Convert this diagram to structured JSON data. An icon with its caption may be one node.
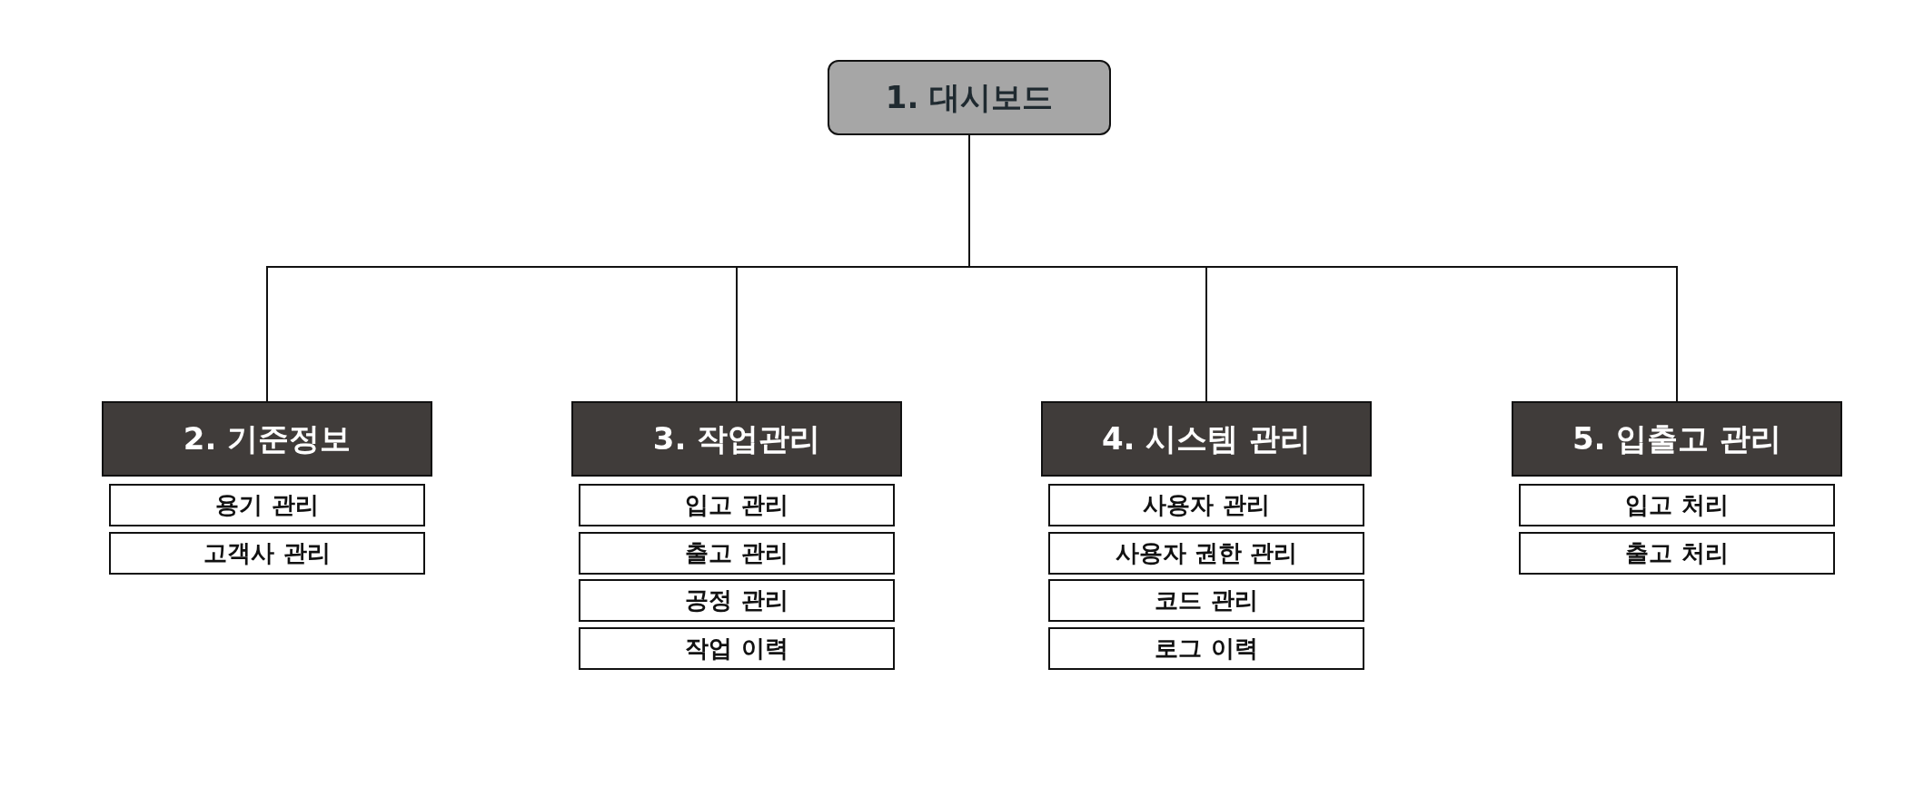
{
  "diagram": {
    "nodes": [
      {
        "text": [
          "1. 대시보드"
        ]
      },
      {
        "text": [
          "2. 기준정보"
        ]
      },
      {
        "text": [
          "용기 관리"
        ]
      },
      {
        "text": [
          "고객사 관리"
        ]
      },
      {
        "text": [
          "3. 작업관리"
        ]
      },
      {
        "text": [
          "입고 관리"
        ]
      },
      {
        "text": [
          "출고 관리"
        ]
      },
      {
        "text": [
          "공정 관리"
        ]
      },
      {
        "text": [
          "작업 이력"
        ]
      },
      {
        "text": [
          "4. 시스템 관리"
        ]
      },
      {
        "text": [
          "사용자 관리"
        ]
      },
      {
        "text": [
          "사용자 권한 관리"
        ]
      },
      {
        "text": [
          "코드 관리"
        ]
      },
      {
        "text": [
          "로그 이력"
        ]
      },
      {
        "text": [
          "5. 입출고 관리"
        ]
      },
      {
        "text": [
          "입고 처리"
        ]
      },
      {
        "text": [
          "출고 처리"
        ]
      }
    ],
    "edges": [
      {
        "from": 0,
        "to": 1,
        "arrow": "none"
      },
      {
        "from": 0,
        "to": 4,
        "arrow": "none"
      },
      {
        "from": 0,
        "to": 9,
        "arrow": "none"
      },
      {
        "from": 0,
        "to": 14,
        "arrow": "none"
      }
    ]
  }
}
